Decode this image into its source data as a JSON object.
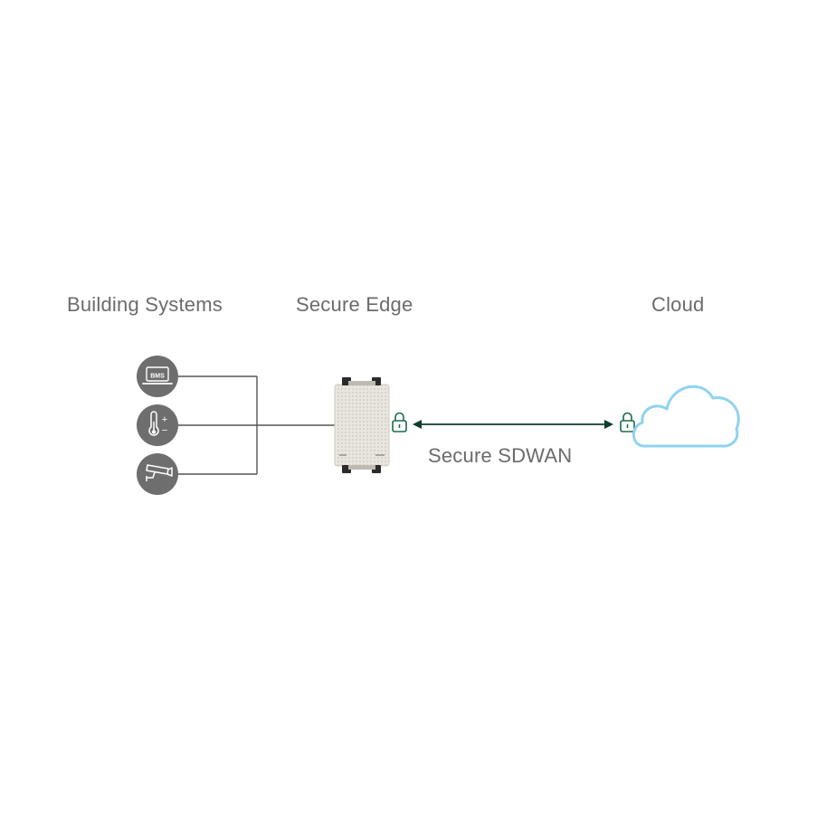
{
  "columns": {
    "building_systems": "Building Systems",
    "secure_edge": "Secure Edge",
    "cloud": "Cloud"
  },
  "connection_label": "Secure SDWAN",
  "devices": {
    "bms_badge": "BMS",
    "thermostat_plus": "+",
    "thermostat_minus": "−"
  },
  "icons": {
    "bms": "laptop-icon",
    "thermostat": "thermometer-icon",
    "camera": "security-camera-icon",
    "edge": "edge-gateway-device",
    "lock": "lock-icon",
    "cloud": "cloud-icon"
  },
  "colors": {
    "label_text": "#6b6b6b",
    "device_circle": "#6e6e6e",
    "wire": "#555555",
    "secure_link": "#0f3d2a",
    "lock": "#1d6b4c",
    "cloud_outline": "#8fd3f0"
  }
}
